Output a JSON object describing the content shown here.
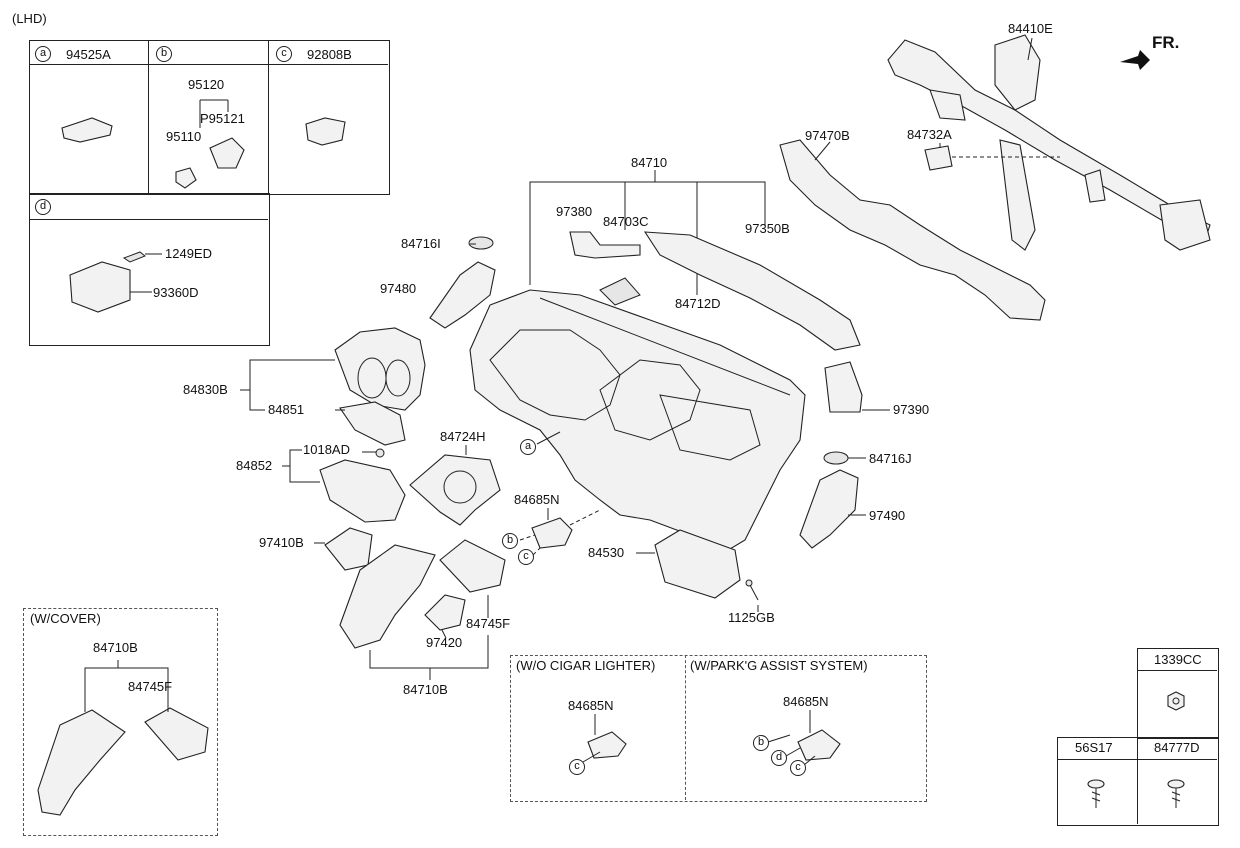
{
  "header": {
    "variant": "(LHD)",
    "direction": "FR."
  },
  "legend_boxes": {
    "a": {
      "circle": "a",
      "part": "94525A"
    },
    "b": {
      "circle": "b",
      "part_top": "95120",
      "part_left": "95110",
      "part_right": "P95121"
    },
    "c": {
      "circle": "c",
      "part": "92808B"
    },
    "d": {
      "circle": "d",
      "part_bolt": "1249ED",
      "part_switch": "93360D"
    }
  },
  "parts": {
    "p84410E": "84410E",
    "p97470B": "97470B",
    "p84732A": "84732A",
    "p84710": "84710",
    "p97380": "97380",
    "p84703C": "84703C",
    "p97350B": "97350B",
    "p84712D": "84712D",
    "p84716I": "84716I",
    "p97480": "97480",
    "p84830B": "84830B",
    "p84851": "84851",
    "p84852": "84852",
    "p1018AD": "1018AD",
    "p84724H": "84724H",
    "p97390": "97390",
    "p84716J": "84716J",
    "p97490": "97490",
    "p84685N": "84685N",
    "p84530": "84530",
    "p1125GB": "1125GB",
    "p97410B": "97410B",
    "p97420": "97420",
    "p84745F": "84745F",
    "p84710B": "84710B"
  },
  "callouts": {
    "a": "a",
    "b": "b",
    "c": "c",
    "d": "d"
  },
  "cover_box": {
    "title": "(W/COVER)",
    "p84710B": "84710B",
    "p84745F": "84745F"
  },
  "no_cigar_box": {
    "title": "(W/O CIGAR LIGHTER)",
    "part": "84685N",
    "circle_c": "c"
  },
  "park_assist_box": {
    "title": "(W/PARK'G ASSIST SYSTEM)",
    "part": "84685N",
    "circle_b": "b",
    "circle_d": "d",
    "circle_c": "c"
  },
  "fastener_table": {
    "top": "1339CC",
    "left": "56S17",
    "right": "84777D"
  }
}
